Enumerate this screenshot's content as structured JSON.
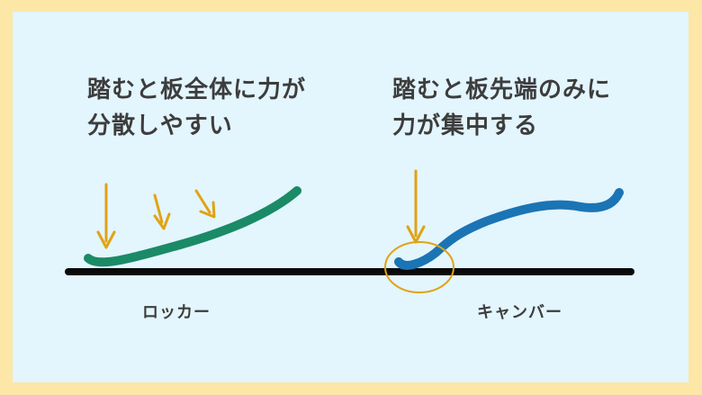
{
  "left": {
    "caption_line1": "踏むと板全体に力が",
    "caption_line2": "分散しやすい",
    "label": "ロッカー"
  },
  "right": {
    "caption_line1": "踏むと板先端のみに",
    "caption_line2": "力が集中する",
    "label": "キャンバー"
  },
  "colors": {
    "border": "#fde7a6",
    "background": "#e3f5fd",
    "ground": "#0a0a0a",
    "rocker_board": "#1b8a66",
    "camber_board": "#1b74b4",
    "arrow": "#e0a315",
    "text": "#3d3d3d"
  }
}
